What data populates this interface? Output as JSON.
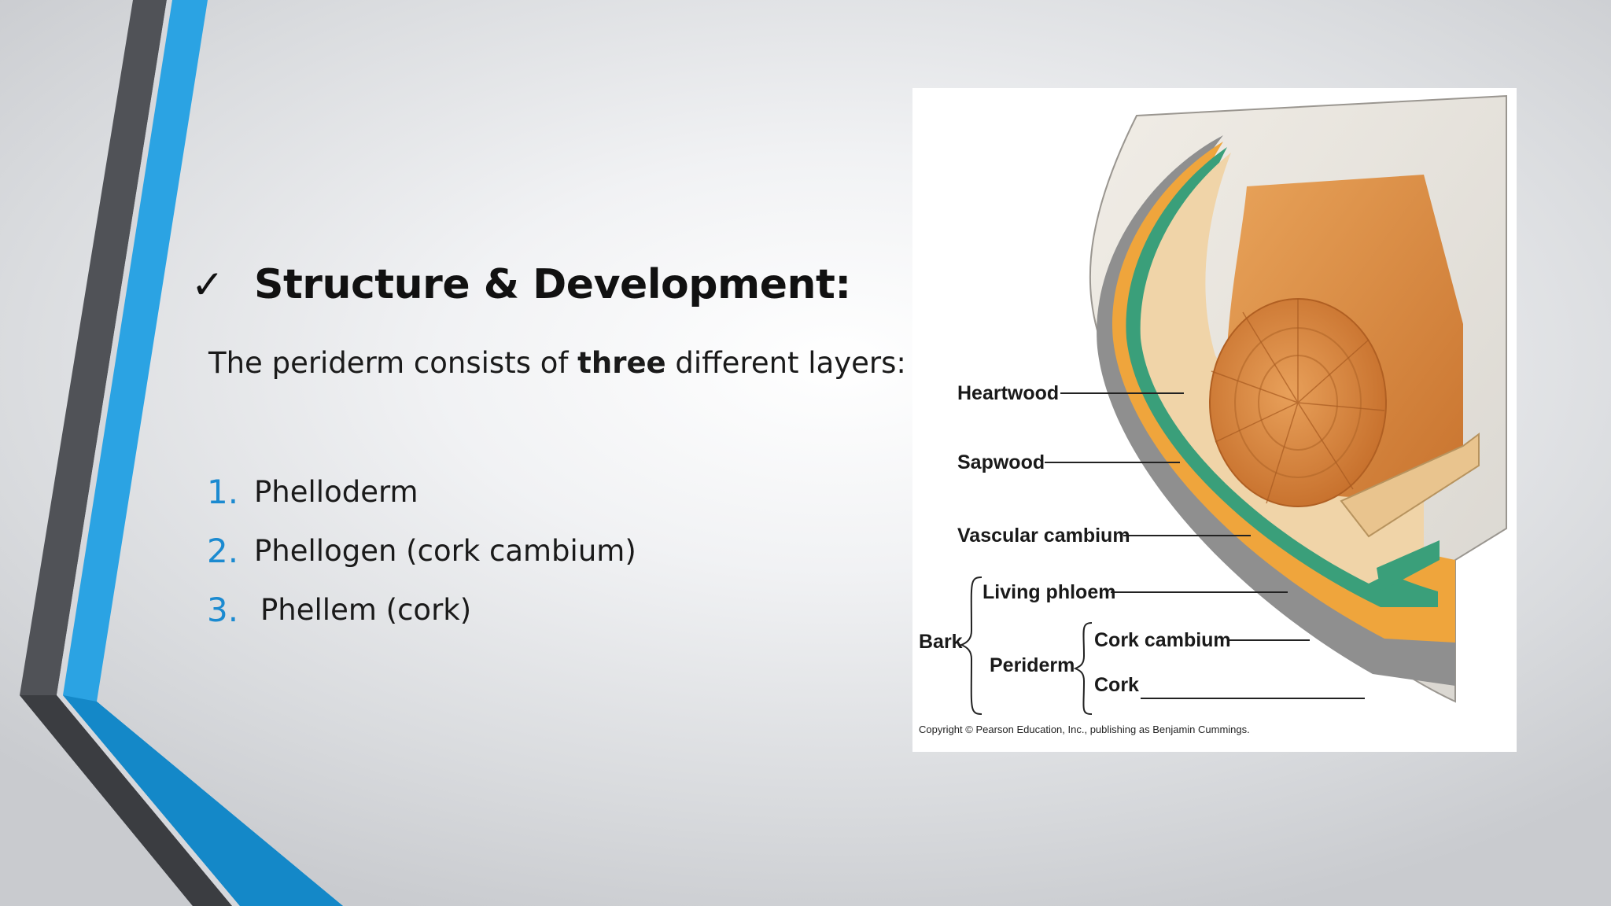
{
  "slide": {
    "heading_check": "✓",
    "heading": "Structure & Development:",
    "intro_before": "The periderm consists of ",
    "intro_bold": "three",
    "intro_after": " different layers:",
    "layers": [
      {
        "number": "1.",
        "label": "Phelloderm"
      },
      {
        "number": "2.",
        "label": "Phellogen (cork cambium)"
      },
      {
        "number": "3.",
        "label": "Phellem (cork)"
      }
    ]
  },
  "diagram": {
    "labels": {
      "heartwood": "Heartwood",
      "sapwood": "Sapwood",
      "vascular_cambium": "Vascular cambium",
      "living_phloem": "Living phloem",
      "bark": "Bark",
      "periderm": "Periderm",
      "cork_cambium": "Cork cambium",
      "cork": "Cork"
    },
    "copyright": "Copyright © Pearson Education, Inc., publishing as Benjamin Cummings."
  },
  "colors": {
    "accent_blue": "#2ba3e3",
    "accent_dark": "#4a4c50",
    "number_blue": "#1b8ad0"
  }
}
